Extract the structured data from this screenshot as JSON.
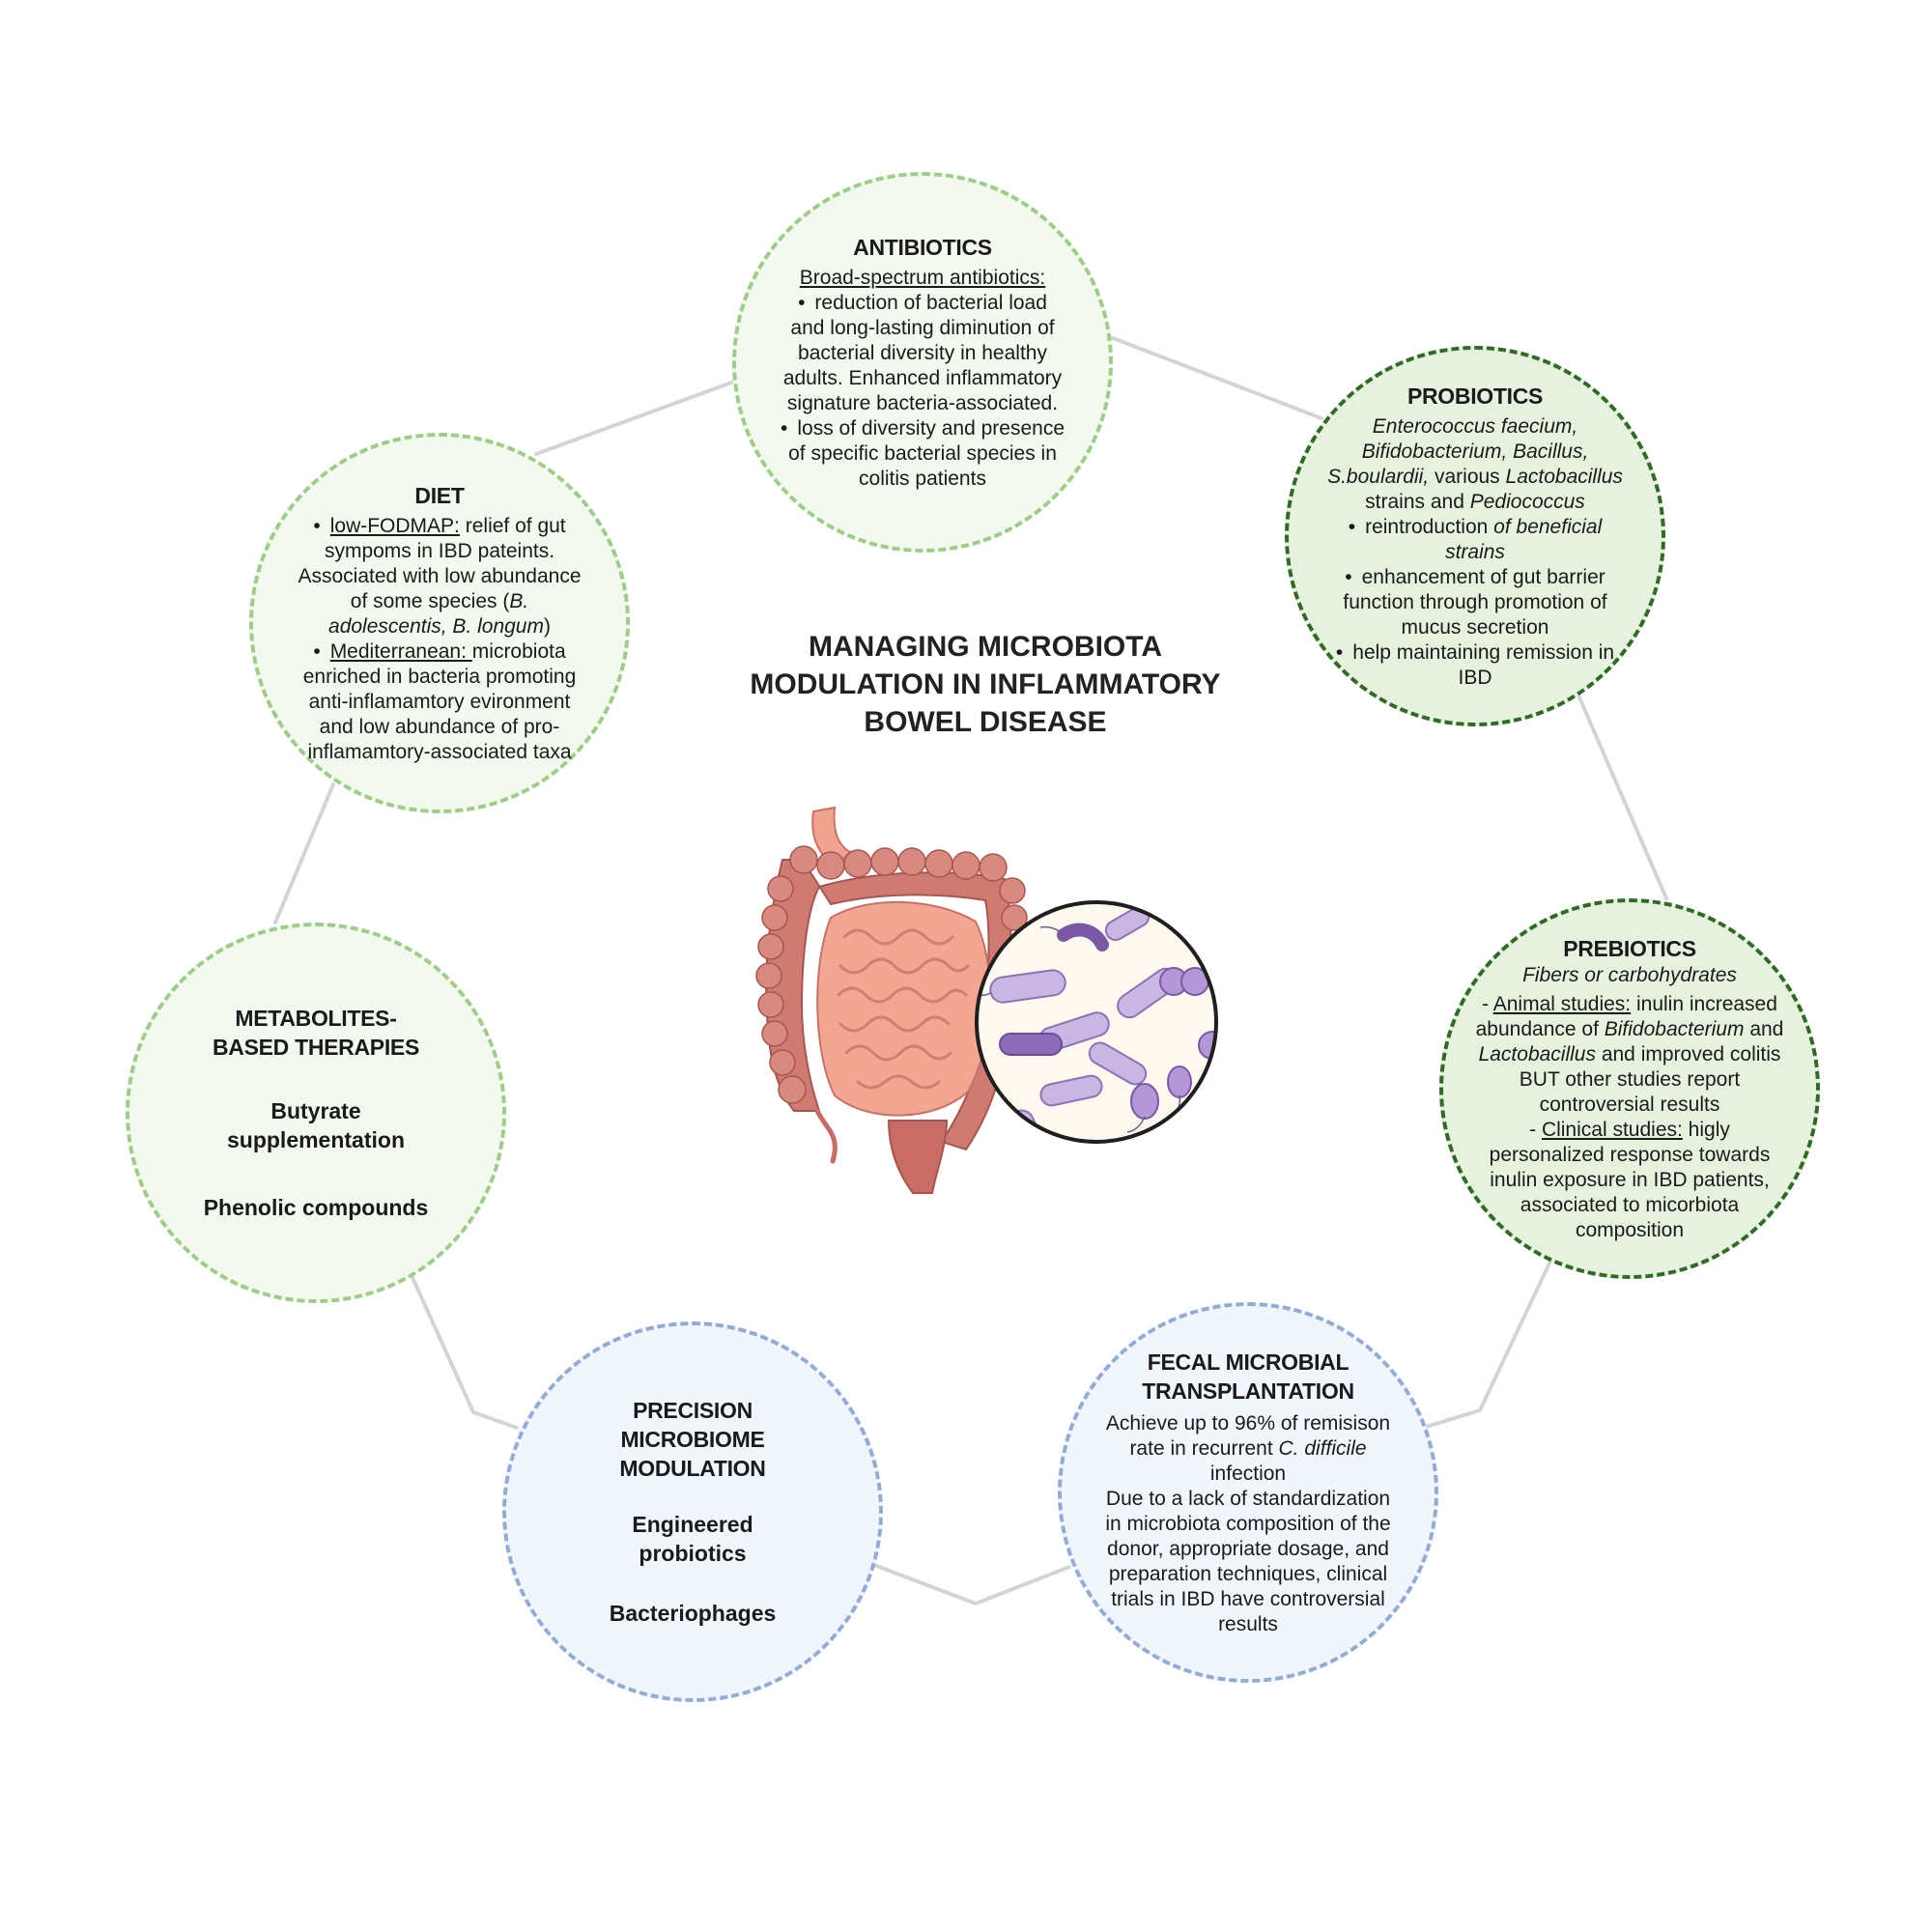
{
  "title": [
    "MANAGING MICROBIOTA",
    "MODULATION IN INFLAMMATORY",
    "BOWEL DISEASE"
  ],
  "antibiotics": {
    "title": "ANTIBIOTICS",
    "subtitle": "Broad-spectrum antibiotics:",
    "bullet1": "reduction of bacterial load and long-lasting diminution of bacterial diversity in healthy adults. Enhanced inflammatory signature bacteria-associated.",
    "bullet2": "loss of diversity and presence of specific bacterial species in colitis patients"
  },
  "probiotics": {
    "title": "PROBIOTICS",
    "species_italic_1": "Enterococcus faecium, Bifidobacterium, Bacillus, S.boulardii,",
    "species_plain_1": " various ",
    "species_italic_2": "Lactobacillus",
    "species_plain_2": " strains and ",
    "species_italic_3": "Pediococcus",
    "bullet1_plain": "reintroduction ",
    "bullet1_italic": "of beneficial strains",
    "bullet2": "enhancement of gut barrier function through promotion of mucus secretion",
    "bullet3": "help maintaining remission in IBD"
  },
  "diet": {
    "title": "DIET",
    "item1_label": "low-FODMAP:",
    "item1_text": " relief of gut sympoms in IBD pateints. Associated with low abundance of some species (",
    "item1_species": "B. adolescentis, B. longum",
    "item1_close": ")",
    "item2_label": "Mediterranean: ",
    "item2_text": "microbiota enriched in bacteria promoting anti-inflamamtory evironment and low abundance of pro-inflamamtory-associated taxa"
  },
  "metabolites": {
    "title_line1": "METABOLITES-",
    "title_line2": "BASED THERAPIES",
    "item1_line1": "Butyrate",
    "item1_line2": "supplementation",
    "item2": "Phenolic compounds"
  },
  "prebiotics": {
    "title": "PREBIOTICS",
    "subtitle": "Fibers or carbohydrates",
    "animal_label": "Animal studies:",
    "animal_text1": " inulin increased abundance of ",
    "animal_species1": "Bifidobacterium",
    "animal_text2": " and ",
    "animal_species2": "Lactobacillus",
    "animal_text3": " and improved colitis BUT other studies report controversial results",
    "clinical_label": "Clinical studies:",
    "clinical_text": " higly personalized response towards inulin exposure in IBD patients, associated to micorbiota composition"
  },
  "fmt": {
    "title_line1": "FECAL MICROBIAL",
    "title_line2": "TRANSPLANTATION",
    "text1": "Achieve up to 96% of remisison rate in recurrent ",
    "text1_italic": "C. difficile",
    "text1_end": " infection",
    "text2": "Due to a lack of standardization in microbiota composition of the donor, appropriate dosage, and preparation techniques, clinical trials in IBD have controversial results"
  },
  "precision": {
    "title_line1": "PRECISION",
    "title_line2": "MICROBIOME",
    "title_line3": "MODULATION",
    "item1_line1": "Engineered",
    "item1_line2": "probiotics",
    "item2": "Bacteriophages"
  },
  "colors": {
    "green_light_border": "#9dcd86",
    "green_dark_border": "#2f6b24",
    "blue_border": "#93acd6",
    "connector": "#d4d4d4",
    "intestine": "#e9a08e",
    "colon": "#c97068",
    "bacteria": "#b9a4d8"
  },
  "icons": [
    "intestine-illustration",
    "bacteria-magnifier-illustration"
  ]
}
